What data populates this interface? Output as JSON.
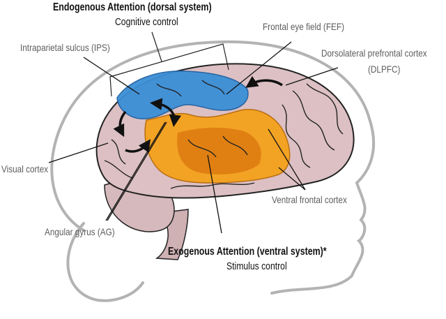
{
  "figure": {
    "title": "Brain attention networks: dorsal and ventral systems",
    "colors": {
      "dorsal_region": "#3b8fd6",
      "ventral_region_light": "#f5a21c",
      "ventral_region_dark": "#d9740e",
      "brain_tissue": "#dcc0c3",
      "head_outline": "#b3b3b3",
      "label_text": "#5d5d5f",
      "heading_text": "#111111"
    }
  },
  "headings": {
    "dorsal": {
      "title": "Endogenous Attention (dorsal system)",
      "subtitle": "Cognitive control"
    },
    "ventral": {
      "title": "Exogenous Attention (ventral system)*",
      "subtitle": "Stimulus control"
    }
  },
  "labels": {
    "ips": "Intraparietal sulcus (IPS)",
    "fef": "Frontal eye field (FEF)",
    "dlpfc_line1": "Dorsolateral prefrontal cortex",
    "dlpfc_line2": "(DLPFC)",
    "visual": "Visual cortex",
    "ag": "Angular gyrus (AG)",
    "vfc": "Ventral frontal cortex"
  }
}
